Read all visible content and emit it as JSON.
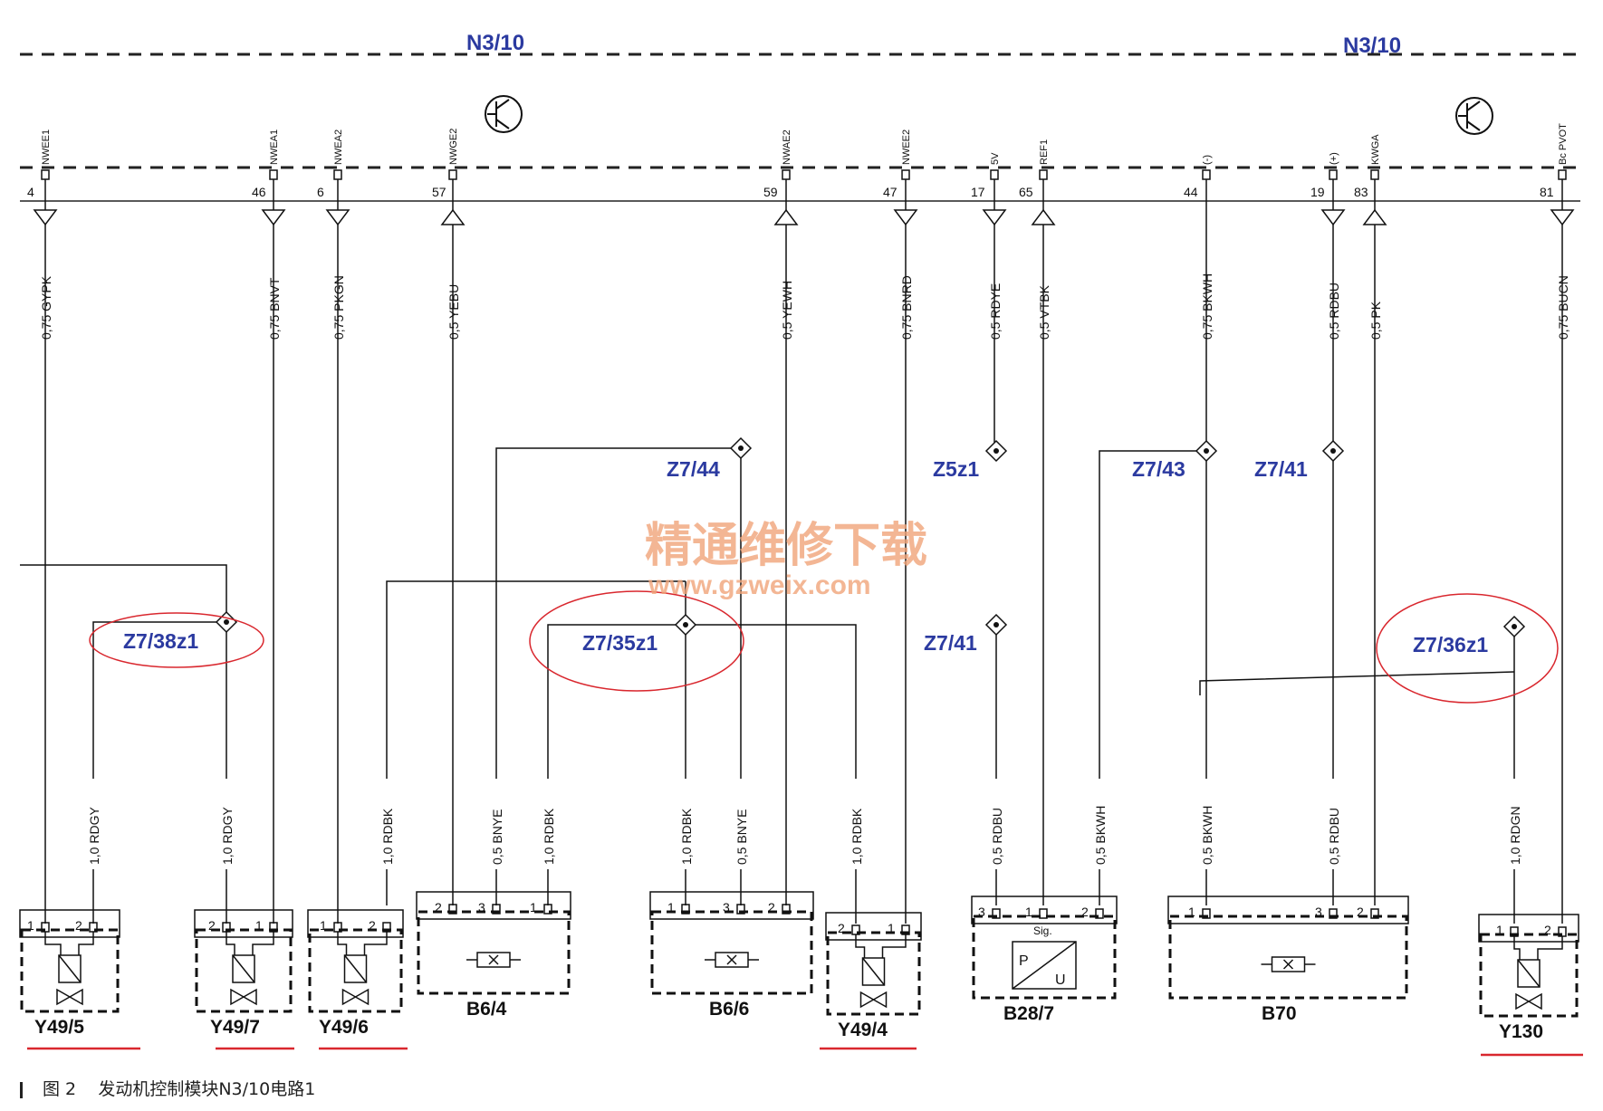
{
  "ecu": {
    "label_left": "N3/10",
    "label_right": "N3/10"
  },
  "pins": [
    {
      "id": "p4",
      "pin": "4",
      "signal": "NWEE1",
      "wire": "0,75 GYPK",
      "dir": "in"
    },
    {
      "id": "p46",
      "pin": "46",
      "signal": "NWEA1",
      "wire": "0,75 BNVT",
      "dir": "in"
    },
    {
      "id": "p6",
      "pin": "6",
      "signal": "NWEA2",
      "wire": "0,75 PKGN",
      "dir": "in"
    },
    {
      "id": "p57",
      "pin": "57",
      "signal": "NWGE2",
      "wire": "0,5 YEBU",
      "dir": "out"
    },
    {
      "id": "p59",
      "pin": "59",
      "signal": "NWAE2",
      "wire": "0,5 YEWH",
      "dir": "out"
    },
    {
      "id": "p47",
      "pin": "47",
      "signal": "NWEE2",
      "wire": "0,75 BNRD",
      "dir": "in"
    },
    {
      "id": "p17",
      "pin": "17",
      "signal": "5V",
      "wire": "0,5 RDYE",
      "dir": "in"
    },
    {
      "id": "p65",
      "pin": "65",
      "signal": "REF1",
      "wire": "0,5 VTBK",
      "dir": "out"
    },
    {
      "id": "p44",
      "pin": "44",
      "signal": "(-)",
      "wire": "0,75 BKWH",
      "dir": "none"
    },
    {
      "id": "p19",
      "pin": "19",
      "signal": "(+)",
      "wire": "0,5 RDBU",
      "dir": "in"
    },
    {
      "id": "p83",
      "pin": "83",
      "signal": "KWGA",
      "wire": "0,5 PK",
      "dir": "out"
    },
    {
      "id": "p81",
      "pin": "81",
      "signal": "Bc PVOT",
      "wire": "0,75 BUCN",
      "dir": "in"
    }
  ],
  "splices": {
    "z744": "Z7/44",
    "z5z1": "Z5z1",
    "z743": "Z7/43",
    "z741a": "Z7/41",
    "z738z1": "Z7/38z1",
    "z735z1": "Z7/35z1",
    "z741b": "Z7/41",
    "z736z1": "Z7/36z1"
  },
  "lower_wires": {
    "w1": "1,0 RDGY",
    "w2": "1,0 RDGY",
    "w3": "1,0 RDBK",
    "w4": "0,5 BNYE",
    "w5": "1,0 RDBK",
    "w6": "1,0 RDBK",
    "w7": "0,5 BNYE",
    "w8": "1,0 RDBK",
    "w9": "0,5 RDBU",
    "w10": "0,5 BKWH",
    "w11": "0,5 BKWH",
    "w12": "0,5 RDBU",
    "w13": "1,0 RDGN"
  },
  "components": {
    "y495": {
      "label": "Y49/5",
      "pins": [
        "1",
        "2"
      ]
    },
    "y497": {
      "label": "Y49/7",
      "pins": [
        "2",
        "1"
      ]
    },
    "y496": {
      "label": "Y49/6",
      "pins": [
        "1",
        "2"
      ]
    },
    "b64": {
      "label": "B6/4",
      "pins": [
        "2",
        "3",
        "1"
      ]
    },
    "b66": {
      "label": "B6/6",
      "pins": [
        "1",
        "3",
        "2"
      ]
    },
    "y494": {
      "label": "Y49/4",
      "pins": [
        "2",
        "1"
      ]
    },
    "b287": {
      "label": "B28/7",
      "pins": [
        "3",
        "1",
        "2"
      ],
      "sig": "Sig.",
      "pu_p": "P",
      "pu_u": "U"
    },
    "b70": {
      "label": "B70",
      "pins": [
        "1",
        "3",
        "2"
      ]
    },
    "y130": {
      "label": "Y130",
      "pins": [
        "1",
        "2"
      ]
    }
  },
  "watermark": {
    "text": "精通维修下载",
    "url": "www.gzweix.com"
  },
  "caption": {
    "fig": "图 2",
    "text": "发动机控制模块N3/10电路1"
  },
  "colors": {
    "blue_label": "#2b3aa0",
    "red_mark": "#d9272e",
    "watermark": "#f1a57a"
  }
}
